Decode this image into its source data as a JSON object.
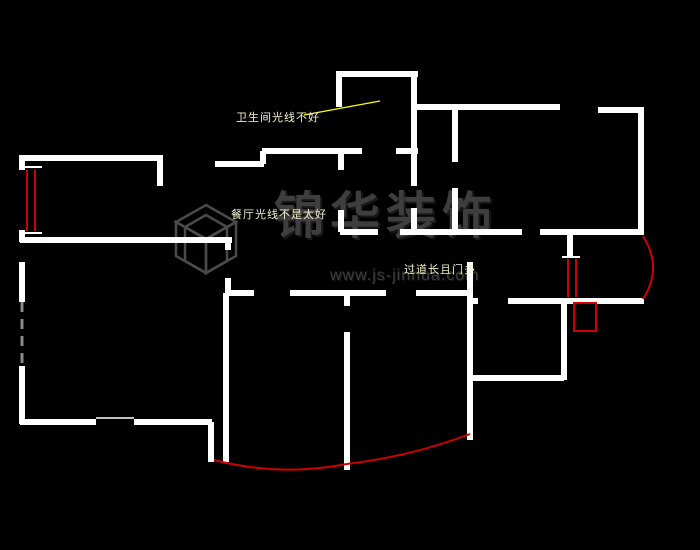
{
  "watermark": {
    "brand": "锦华装饰",
    "url": "www.js-jinhua.com",
    "color": "#3e3e3e"
  },
  "annotations": {
    "bathroom": "卫生间光线不好",
    "dining": "餐厅光线不是太好",
    "corridor": "过道长且门多"
  },
  "colors": {
    "background": "#000000",
    "wall": "#ffffff",
    "window": "#cc0000",
    "balcony_arc": "#cc0000",
    "leader_line": "#ffff00",
    "annotation_text": "#f2f2cf",
    "dashed_wall": "#8a8a8a"
  }
}
